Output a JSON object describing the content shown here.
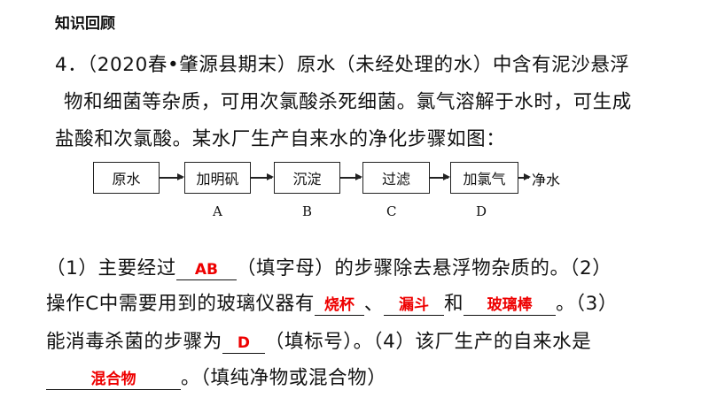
{
  "heading": "知识回顾",
  "question": {
    "line1": "4．（2020春•肇源县期末）原水（未经处理的水）中含有泥沙悬浮",
    "line2": "物和细菌等杂质，可用次氯酸杀死细菌。氯气溶解于水时，可生成",
    "line3": "盐酸和次氯酸。某水厂生产自来水的净化步骤如图："
  },
  "flow": {
    "start": "原水",
    "steps": [
      {
        "text": "加明矾",
        "label": "A"
      },
      {
        "text": "沉淀",
        "label": "B"
      },
      {
        "text": "过滤",
        "label": "C"
      },
      {
        "text": "加氯气",
        "label": "D"
      }
    ],
    "end": "净水"
  },
  "parts": {
    "p1a": "（1）主要经过",
    "p1b": "（填字母）的步骤除去悬浮物杂质的。（2）",
    "p2a": "操作C中需要用到的玻璃仪器有",
    "p2b": "、",
    "p2c": "和",
    "p2d": "。（3）",
    "p3a": "能消毒杀菌的步骤为",
    "p3b": "（填标号）。（4）该厂生产的自来水是",
    "p4a": "。（填纯净物或混合物）"
  },
  "answers": {
    "a1": "AB",
    "a2": "烧杯",
    "a3": "漏斗",
    "a4": "玻璃棒",
    "a5": "D",
    "a6": "混合物"
  },
  "colors": {
    "answer": "#e00000"
  }
}
